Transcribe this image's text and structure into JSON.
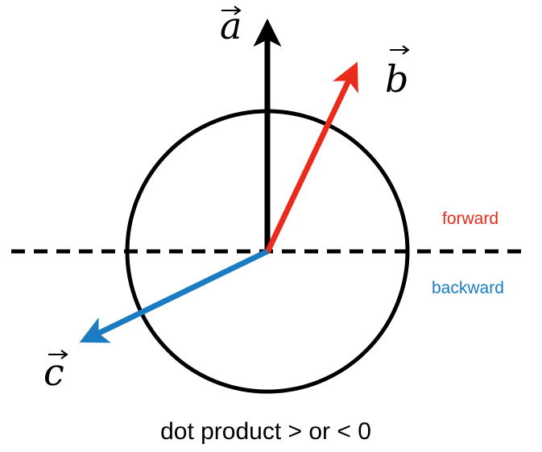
{
  "vectors": {
    "a": {
      "letter": "a",
      "color": "#000000"
    },
    "b": {
      "letter": "b",
      "color": "#ea2a1b"
    },
    "c": {
      "letter": "c",
      "color": "#1b7cc2"
    }
  },
  "labels": {
    "forward": "forward",
    "backward": "backward",
    "forward_color": "#ea2a1b",
    "backward_color": "#1b7cc2"
  },
  "caption": "dot product > or < 0"
}
